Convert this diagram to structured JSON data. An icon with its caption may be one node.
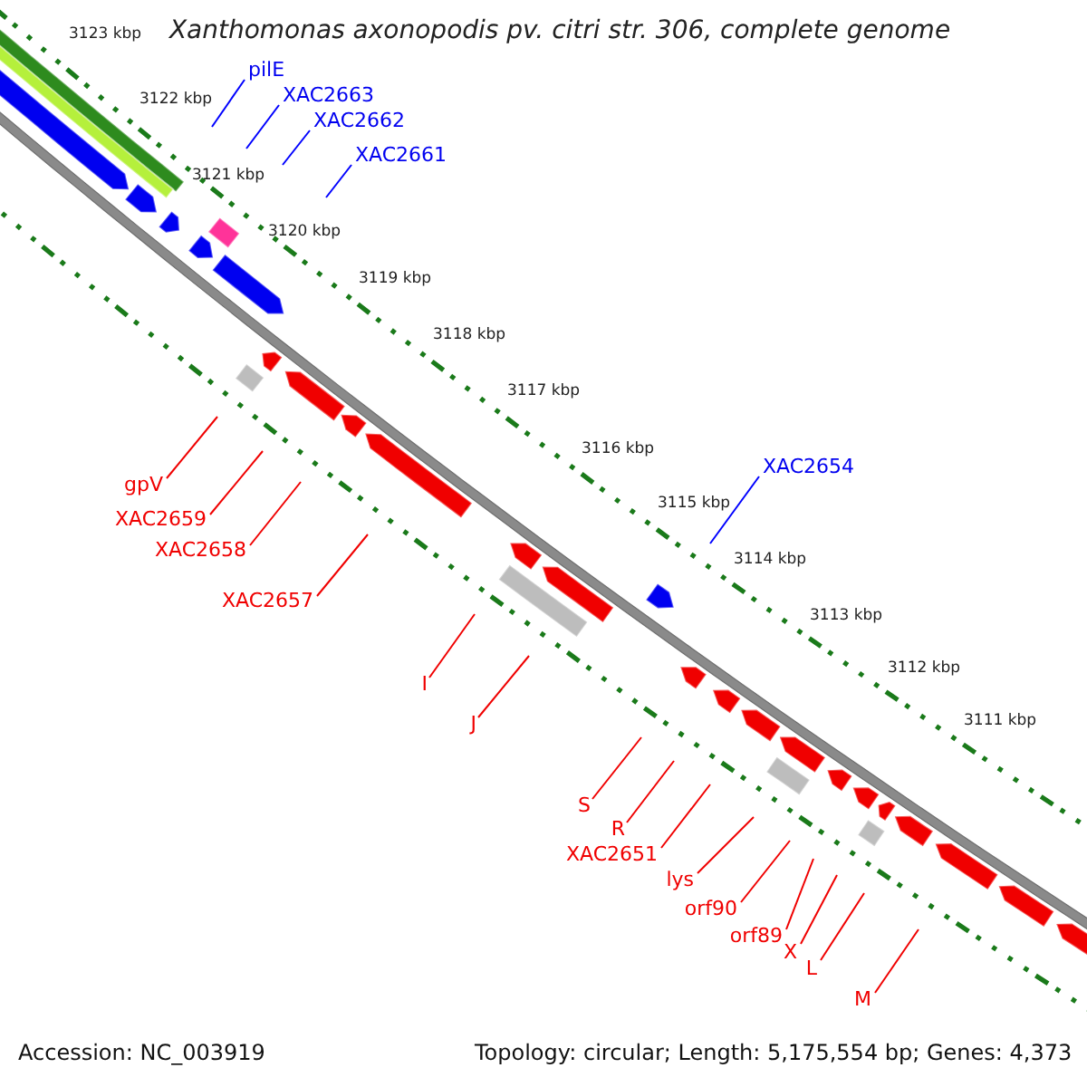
{
  "diagram": {
    "title": "Xanthomonas axonopodis pv. citri str. 306, complete genome",
    "nodes": [
      {
        "text": [
          "pilE"
        ]
      },
      {
        "text": [
          "XAC2663"
        ]
      },
      {
        "text": [
          "XAC2662"
        ]
      },
      {
        "text": [
          "XAC2661"
        ]
      },
      {
        "text": [
          "XAC2654"
        ]
      },
      {
        "text": [
          "gpV"
        ]
      },
      {
        "text": [
          "XAC2659"
        ]
      },
      {
        "text": [
          "XAC2658"
        ]
      },
      {
        "text": [
          "XAC2657"
        ]
      },
      {
        "text": [
          "I"
        ]
      },
      {
        "text": [
          "J"
        ]
      },
      {
        "text": [
          "S"
        ]
      },
      {
        "text": [
          "R"
        ]
      },
      {
        "text": [
          "XAC2651"
        ]
      },
      {
        "text": [
          "lys"
        ]
      },
      {
        "text": [
          "orf90"
        ]
      },
      {
        "text": [
          "orf89"
        ]
      },
      {
        "text": [
          "X"
        ]
      },
      {
        "text": [
          "L"
        ]
      },
      {
        "text": [
          "M"
        ]
      }
    ],
    "edges": [
      {
        "from": 0,
        "to": null,
        "arrow": "none",
        "color": "#0000ff"
      },
      {
        "from": 1,
        "to": null,
        "arrow": "none",
        "color": "#0000ff"
      },
      {
        "from": 2,
        "to": null,
        "arrow": "none",
        "color": "#0000ff"
      },
      {
        "from": 3,
        "to": null,
        "arrow": "none",
        "color": "#0000ff"
      },
      {
        "from": 4,
        "to": null,
        "arrow": "none",
        "color": "#0000ff"
      },
      {
        "from": 5,
        "to": null,
        "arrow": "none"
      },
      {
        "from": 6,
        "to": null,
        "arrow": "none"
      },
      {
        "from": 7,
        "to": null,
        "arrow": "none"
      },
      {
        "from": 8,
        "to": null,
        "arrow": "none"
      },
      {
        "from": 9,
        "to": null,
        "arrow": "none"
      },
      {
        "from": 10,
        "to": null,
        "arrow": "none"
      },
      {
        "from": 11,
        "to": null,
        "arrow": "none"
      },
      {
        "from": 12,
        "to": null,
        "arrow": "none"
      },
      {
        "from": 13,
        "to": null,
        "arrow": "none"
      },
      {
        "from": 14,
        "to": null,
        "arrow": "none"
      },
      {
        "from": 15,
        "to": null,
        "arrow": "none"
      },
      {
        "from": 16,
        "to": null,
        "arrow": "none"
      },
      {
        "from": 17,
        "to": null,
        "arrow": "none"
      },
      {
        "from": 18,
        "to": null,
        "arrow": "none"
      },
      {
        "from": 19,
        "to": null,
        "arrow": "none"
      }
    ],
    "labels": [
      "3123 kbp",
      "3122 kbp",
      "3121 kbp",
      "3120 kbp",
      "3119 kbp",
      "3118 kbp",
      "3117 kbp",
      "3116 kbp",
      "3115 kbp",
      "3114 kbp",
      "3113 kbp",
      "3112 kbp",
      "3111 kbp",
      "Accession: NC_003919",
      "Topology: circular; Length: 5,175,554 bp; Genes: 4,373"
    ]
  }
}
